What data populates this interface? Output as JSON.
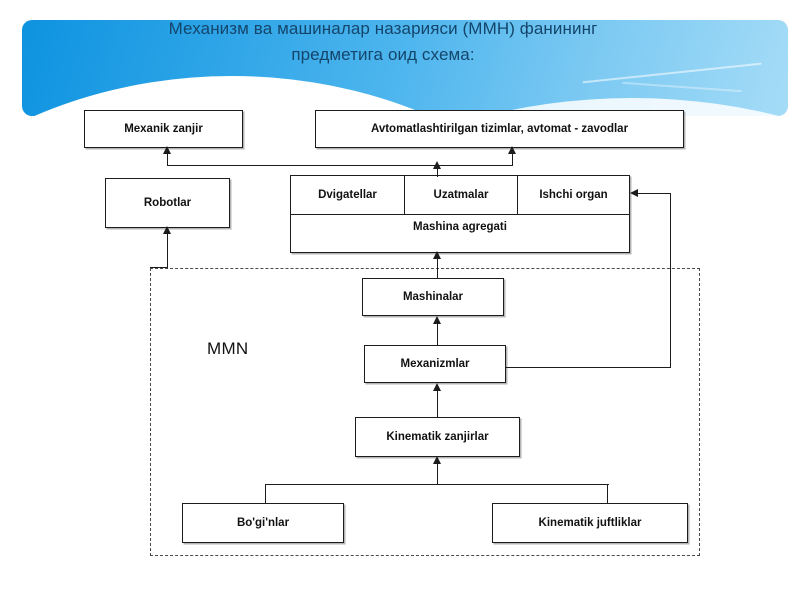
{
  "header": {
    "title_line1": "Механизм ва машиналар назарияси (ММН) фанининг",
    "title_line2": "предметига оид схема:",
    "accent_color": "#1a8fdd",
    "title_color": "#14456b"
  },
  "diagram": {
    "region_label": "MMN",
    "nodes": {
      "mexanik_zanjir": "Mexanik zanjir",
      "avtomatlashtirilgan": "Avtomatlashtirilgan tizimlar, avtomat - zavodlar",
      "robotlar": "Robotlar",
      "dvigatellar": "Dvigatellar",
      "uzatmalar": "Uzatmalar",
      "ishchi_organ": "Ishchi organ",
      "mashina_agregati": "Mashina agregati",
      "mashinalar": "Mashinalar",
      "mexanizmlar": "Mexanizmlar",
      "kinematik_zanjirlar": "Kinematik zanjirlar",
      "bogi_nlar": "Bo'gi'nlar",
      "kinematik_juftliklar": "Kinematik juftliklar"
    }
  }
}
